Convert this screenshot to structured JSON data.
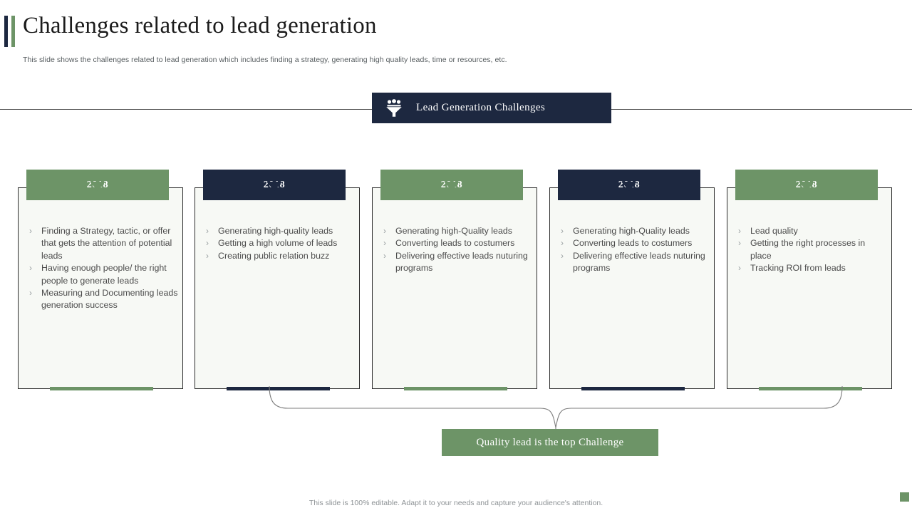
{
  "slide": {
    "title": "Challenges related to lead generation",
    "subtitle": "This slide shows the challenges related to lead generation which includes finding a strategy, generating high quality leads, time or resources, etc.",
    "footer_note": "This slide is 100% editable. Adapt it to your needs and capture your audience's attention."
  },
  "banner": {
    "label": "Lead Generation Challenges",
    "icon": "lead-funnel-icon",
    "background_color": "#1d2840"
  },
  "colors": {
    "green": "#6d9467",
    "navy": "#1d2840",
    "card_background": "#f7f9f5",
    "body_text": "#4b4b4b",
    "bullet": "#9aa0a2"
  },
  "cards": [
    {
      "year": "2018",
      "accent": "green",
      "items": [
        "Finding a Strategy, tactic, or offer that gets the attention of potential leads",
        "Having enough people/ the right people to generate leads",
        "Measuring and Documenting leads generation success"
      ]
    },
    {
      "year": "2018",
      "accent": "navy",
      "items": [
        "Generating high-quality leads",
        "Getting a high volume of leads",
        "Creating public relation buzz"
      ]
    },
    {
      "year": "2018",
      "accent": "green",
      "items": [
        "Generating high-Quality leads",
        "Converting leads to costumers",
        "Delivering effective leads nuturing programs"
      ]
    },
    {
      "year": "2018",
      "accent": "navy",
      "items": [
        "Generating high-Quality leads",
        "Converting leads to costumers",
        "Delivering effective leads nuturing programs"
      ]
    },
    {
      "year": "2018",
      "accent": "green",
      "items": [
        "Lead quality",
        "Getting the right processes in place",
        "Tracking ROI from leads"
      ]
    }
  ],
  "callout": {
    "label": "Quality lead is the top Challenge"
  },
  "bullet_glyph": "›"
}
